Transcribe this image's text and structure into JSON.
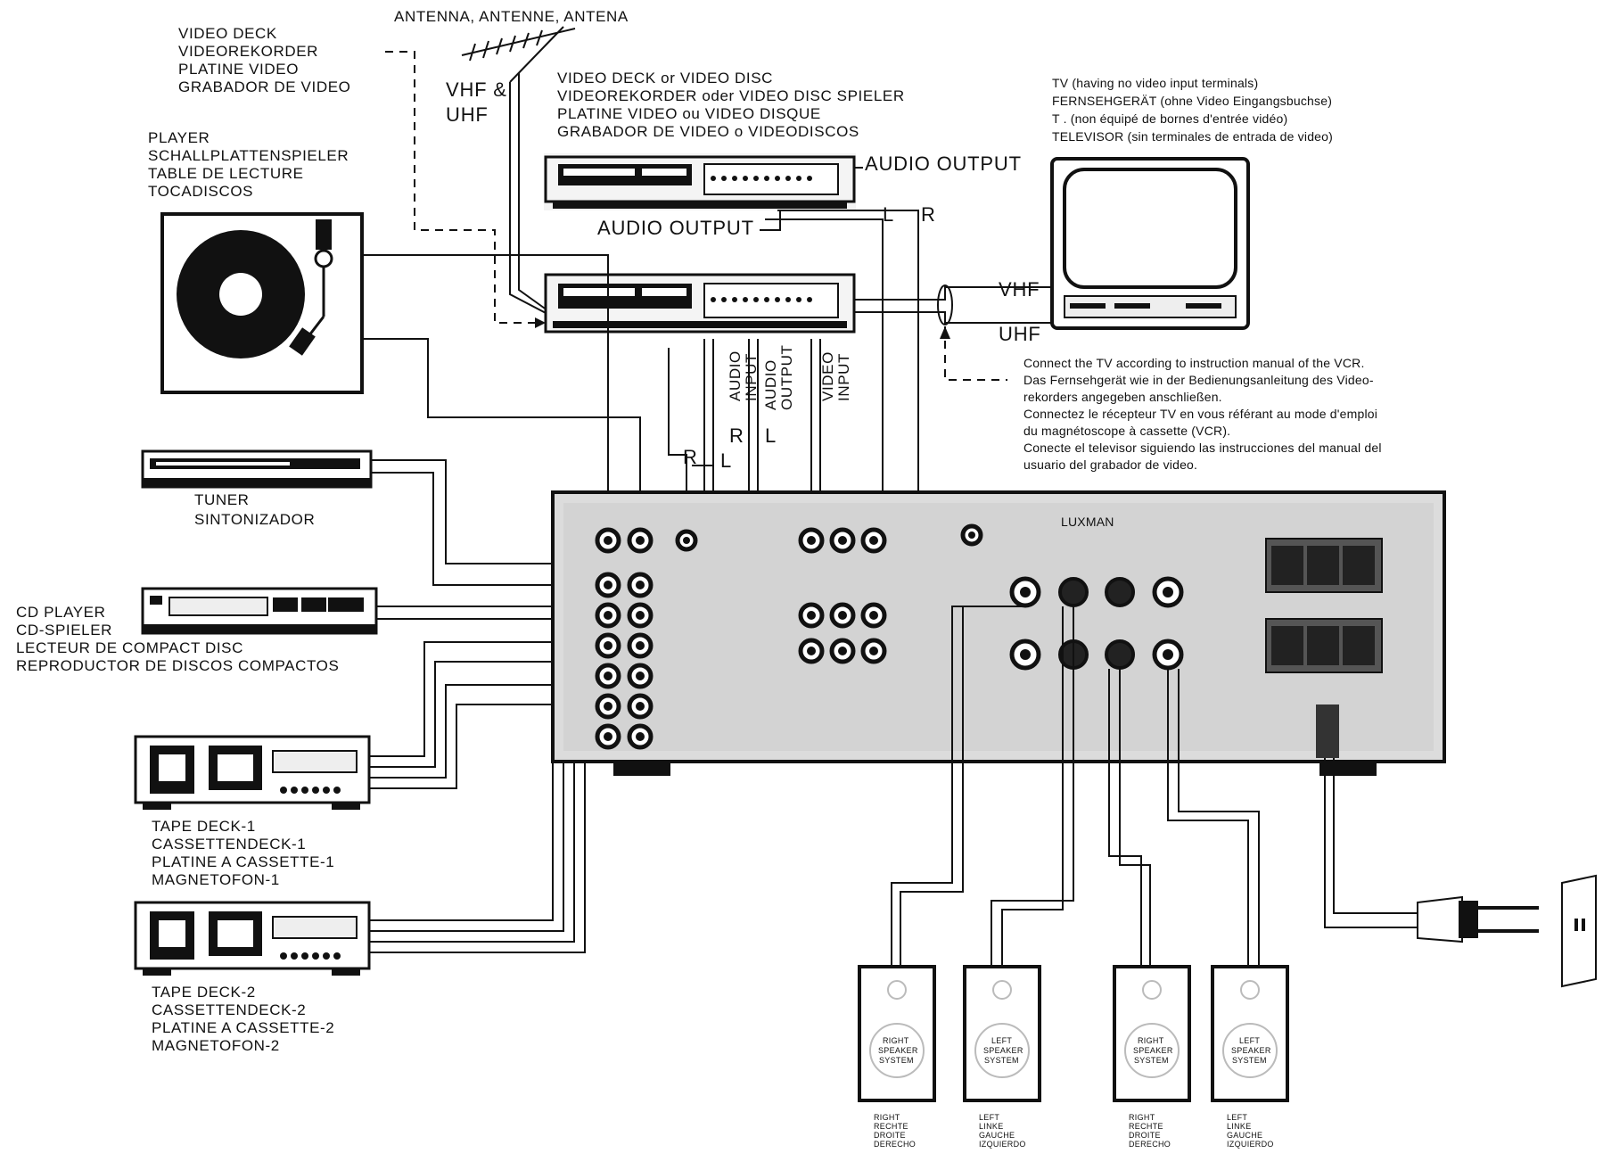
{
  "labels": {
    "antenna": "ANTENNA, ANTENNE, ANTENA",
    "video_deck_top": [
      "VIDEO DECK",
      "VIDEOREKORDER",
      "PLATINE VIDEO",
      "GRABADOR DE VIDEO"
    ],
    "vhf_uhf": [
      "VHF &",
      "UHF"
    ],
    "video_disc": [
      "VIDEO DECK or VIDEO DISC",
      "VIDEOREKORDER oder VIDEO DISC SPIELER",
      "PLATINE VIDEO ou VIDEO DISQUE",
      "GRABADOR DE VIDEO o VIDEODISCOS"
    ],
    "tv": [
      "TV (having no video input terminals)",
      "FERNSEHGERÄT (ohne Video Eingangsbuchse)",
      "T . (non équipé de bornes d'entrée vidéo)",
      "TELEVISOR (sin terminales de entrada de video)"
    ],
    "player": [
      "PLAYER",
      "SCHALLPLATTENSPIELER",
      "TABLE DE LECTURE",
      "TOCADISCOS"
    ],
    "audio_output_upper": "AUDIO OUTPUT",
    "audio_output_mid": "AUDIO OUTPUT",
    "audio_output_right": "AUDIO OUTPUT",
    "lr_upper": [
      "L",
      "R"
    ],
    "vhf": "VHF",
    "uhf": "UHF",
    "vcr_note": [
      "Connect the TV according to instruction manual of the VCR.",
      "Das Fernsehgerät wie in der Bedienungsanleitung des Video-",
      "rekorders angegeben anschließen.",
      "Connectez le récepteur TV en vous référant au mode d'emploi",
      "du magnétoscope à cassette (VCR).",
      "Conecte el televisor siguiendo las instrucciones del manual del",
      "usuario del grabador de video."
    ],
    "audio_input_v": [
      "AUDIO",
      "INPUT"
    ],
    "audio_output_v": [
      "AUDIO",
      "OUTPUT"
    ],
    "video_input_v": [
      "VIDEO",
      "INPUT"
    ],
    "r1": "R",
    "l1": "L",
    "r2": "R",
    "l2": "L",
    "tuner": [
      "TUNER",
      "SINTONIZADOR"
    ],
    "cd": [
      "CD PLAYER",
      "CD-SPIELER",
      "LECTEUR DE COMPACT DISC",
      "REPRODUCTOR DE DISCOS COMPACTOS"
    ],
    "tape1": [
      "TAPE DECK-1",
      "CASSETTENDECK-1",
      "PLATINE A CASSETTE-1",
      "MAGNETOFON-1"
    ],
    "tape2": [
      "TAPE DECK-2",
      "CASSETTENDECK-2",
      "PLATINE A CASSETTE-2",
      "MAGNETOFON-2"
    ],
    "brand": "LUXMAN",
    "speakers": [
      {
        "panel": [
          "RIGHT",
          "SPEAKER",
          "SYSTEM"
        ],
        "caption": [
          "RIGHT",
          "RECHTE",
          "DROITE",
          "DERECHO"
        ]
      },
      {
        "panel": [
          "LEFT",
          "SPEAKER",
          "SYSTEM"
        ],
        "caption": [
          "LEFT",
          "LINKE",
          "GAUCHE",
          "IZQUIERDO"
        ]
      },
      {
        "panel": [
          "RIGHT",
          "SPEAKER",
          "SYSTEM"
        ],
        "caption": [
          "RIGHT",
          "RECHTE",
          "DROITE",
          "DERECHO"
        ]
      },
      {
        "panel": [
          "LEFT",
          "SPEAKER",
          "SYSTEM"
        ],
        "caption": [
          "LEFT",
          "LINKE",
          "GAUCHE",
          "IZQUIERDO"
        ]
      }
    ]
  }
}
